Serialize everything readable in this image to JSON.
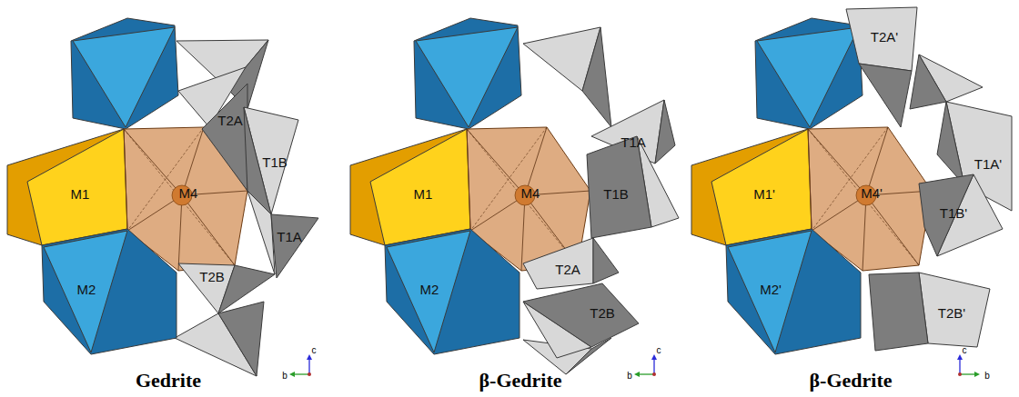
{
  "diagram": {
    "nodes": [
      {
        "text": [
          "M1"
        ]
      },
      {
        "text": [
          "M4"
        ]
      },
      {
        "text": [
          "M2"
        ]
      },
      {
        "text": [
          "T2A"
        ]
      },
      {
        "text": [
          "T1B"
        ]
      },
      {
        "text": [
          "T1A"
        ]
      },
      {
        "text": [
          "T2B"
        ]
      },
      {
        "text": [
          "M1"
        ]
      },
      {
        "text": [
          "M4"
        ]
      },
      {
        "text": [
          "M2"
        ]
      },
      {
        "text": [
          "T1A"
        ]
      },
      {
        "text": [
          "T1B"
        ]
      },
      {
        "text": [
          "T2A"
        ]
      },
      {
        "text": [
          "T2B"
        ]
      },
      {
        "text": [
          "M1'"
        ]
      },
      {
        "text": [
          "M4'"
        ]
      },
      {
        "text": [
          "M2'"
        ]
      },
      {
        "text": [
          "T2A'"
        ]
      },
      {
        "text": [
          "T1A'"
        ]
      },
      {
        "text": [
          "T1B'"
        ]
      },
      {
        "text": [
          "T2B'"
        ]
      }
    ],
    "labels": [
      "Gedrite",
      "β-Gedrite",
      "β-Gedrite",
      "c",
      "b",
      "c",
      "b",
      "c",
      "b"
    ]
  }
}
